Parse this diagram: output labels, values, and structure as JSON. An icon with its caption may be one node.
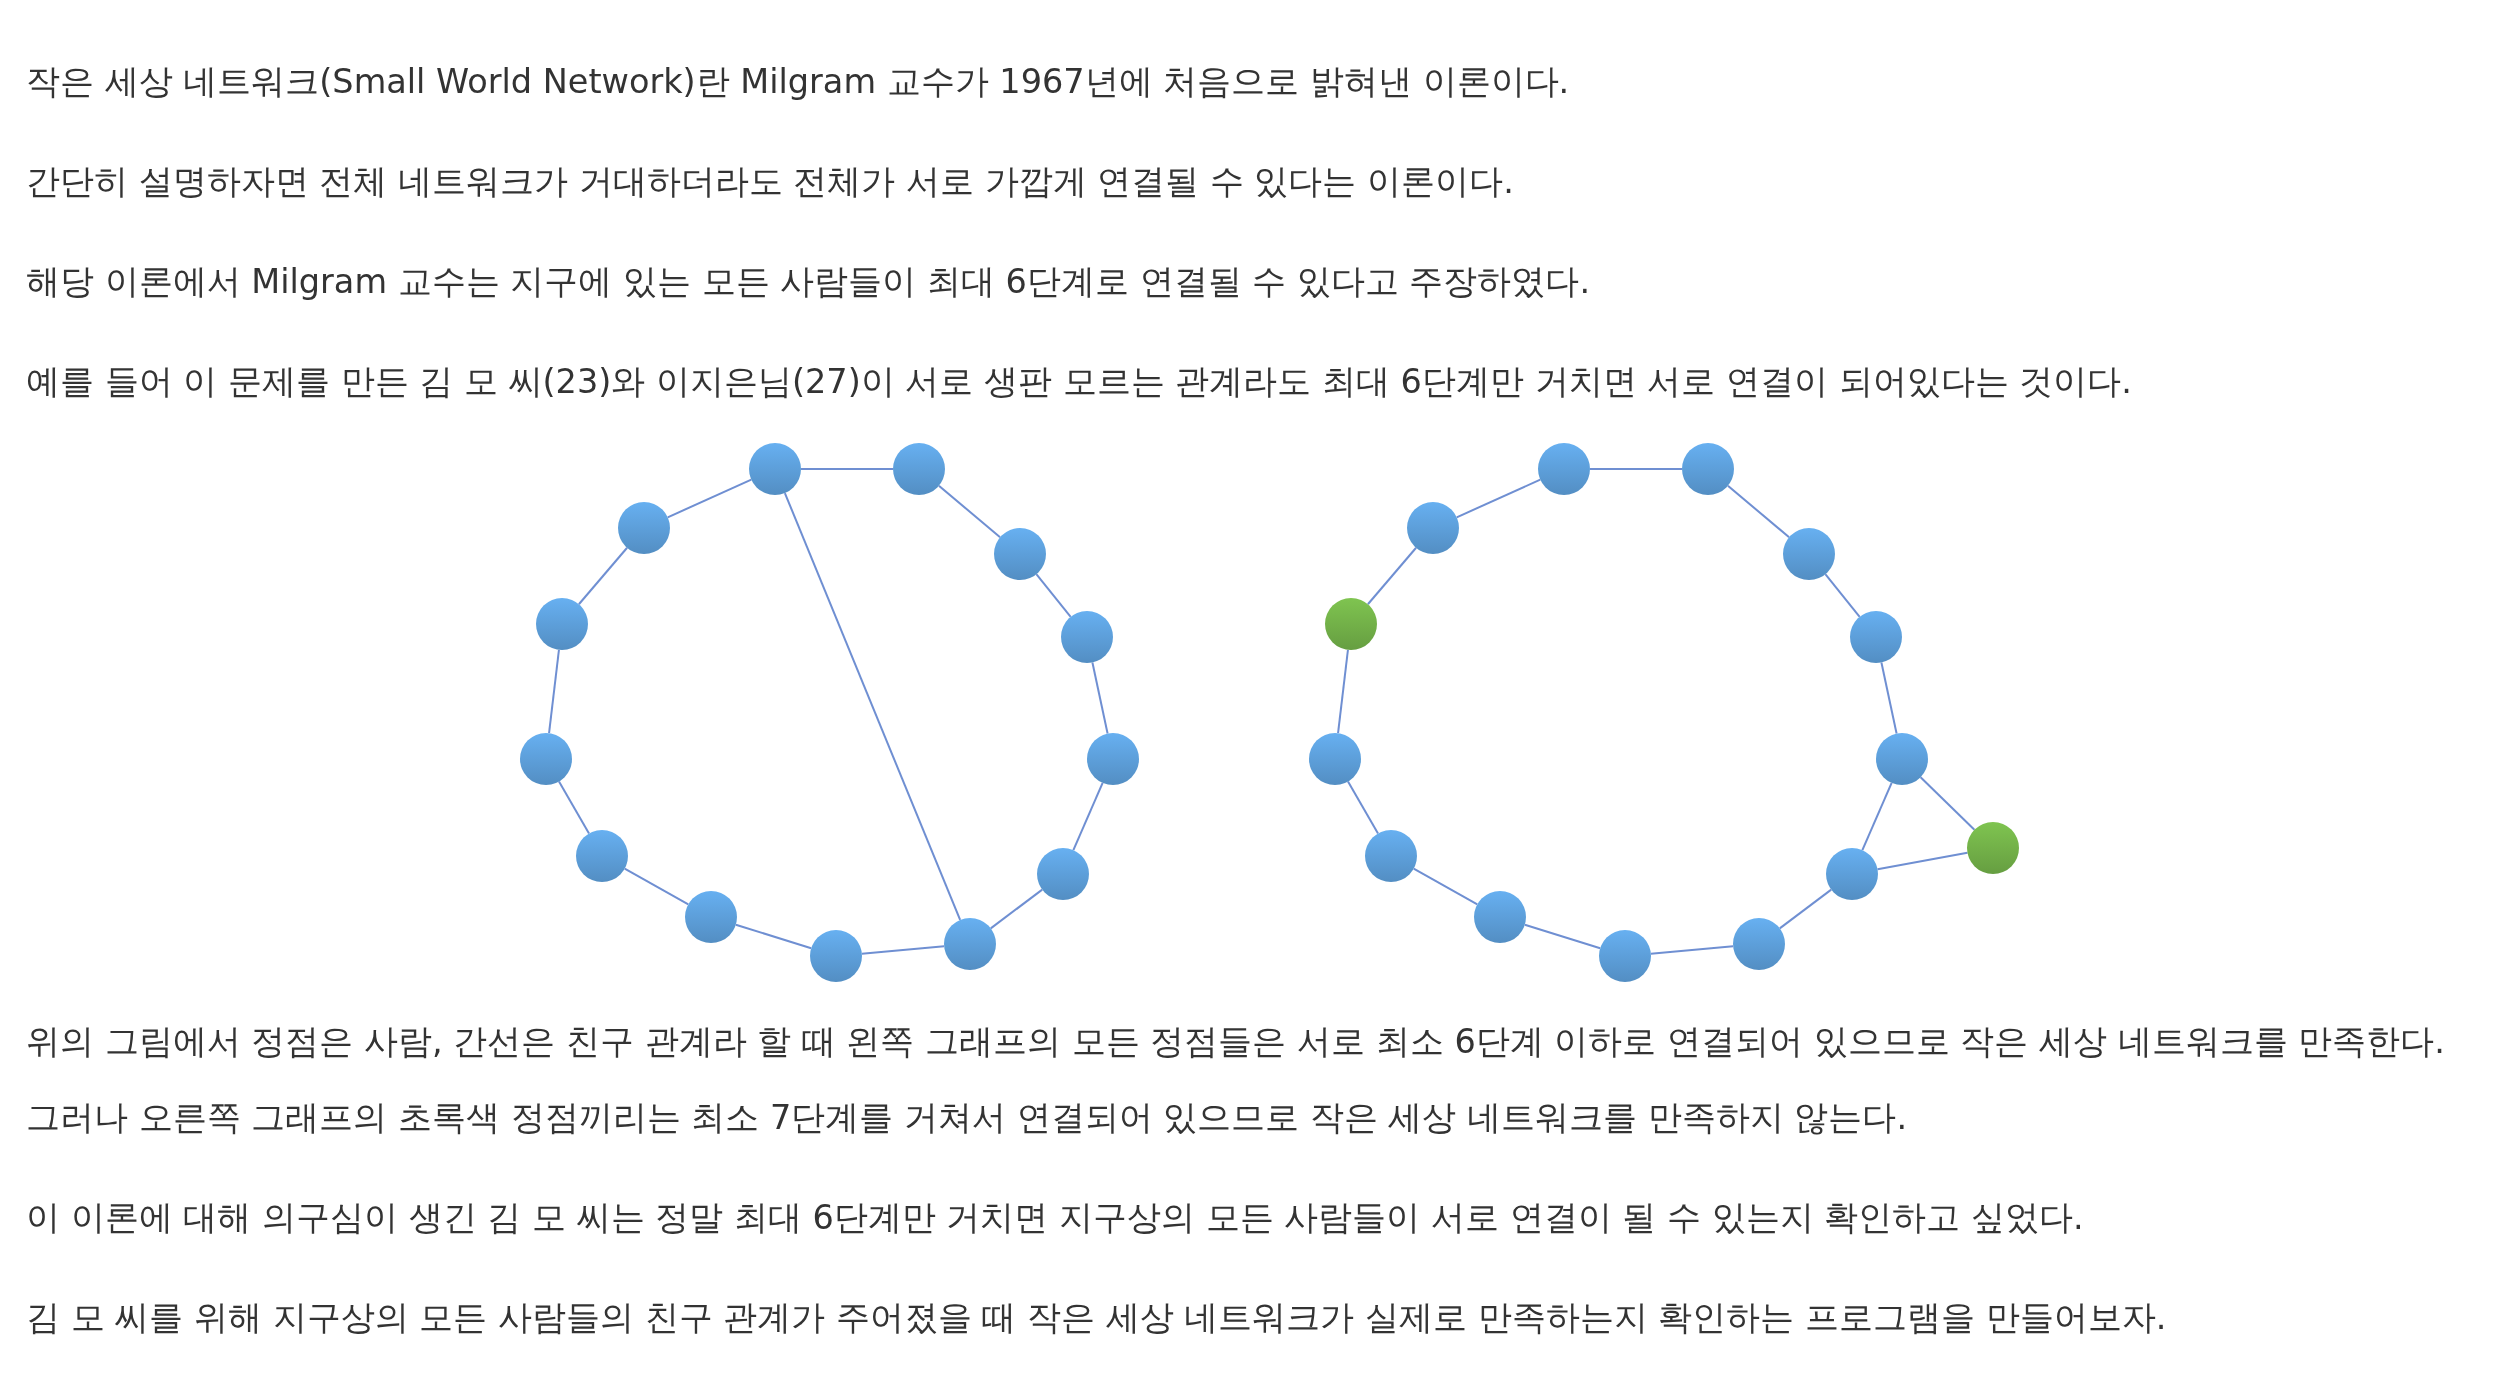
{
  "diagram": {
    "nodes": [
      {
        "text": [],
        "shape": "circle"
      },
      {
        "text": [],
        "shape": "circle"
      },
      {
        "text": [],
        "shape": "circle"
      },
      {
        "text": [],
        "shape": "circle"
      },
      {
        "text": [],
        "shape": "circle"
      },
      {
        "text": [],
        "shape": "circle"
      },
      {
        "text": [],
        "shape": "circle"
      },
      {
        "text": [],
        "shape": "circle"
      },
      {
        "text": [],
        "shape": "circle"
      },
      {
        "text": [],
        "shape": "circle"
      },
      {
        "text": [],
        "shape": "circle"
      },
      {
        "text": [],
        "shape": "circle"
      },
      {
        "text": [],
        "shape": "circle"
      },
      {
        "text": [],
        "shape": "circle"
      },
      {
        "text": [],
        "shape": "circle"
      },
      {
        "text": [],
        "shape": "circle"
      },
      {
        "text": [],
        "shape": "circle"
      },
      {
        "text": [],
        "shape": "circle"
      },
      {
        "text": [],
        "shape": "circle"
      },
      {
        "text": [],
        "shape": "circle"
      },
      {
        "text": [],
        "shape": "circle"
      },
      {
        "text": [],
        "shape": "circle"
      },
      {
        "text": [],
        "shape": "circle"
      },
      {
        "text": [],
        "shape": "circle"
      },
      {
        "text": [],
        "shape": "circle"
      },
      {
        "text": [],
        "shape": "circle"
      },
      {
        "text": [],
        "shape": "circle"
      }
    ],
    "edges": [
      {
        "from": 0,
        "to": 1,
        "arrow": "none"
      },
      {
        "from": 1,
        "to": 2,
        "arrow": "none"
      },
      {
        "from": 2,
        "to": 3,
        "arrow": "none"
      },
      {
        "from": 3,
        "to": 4,
        "arrow": "none"
      },
      {
        "from": 4,
        "to": 5,
        "arrow": "none"
      },
      {
        "from": 5,
        "to": 6,
        "arrow": "none"
      },
      {
        "from": 6,
        "to": 7,
        "arrow": "none"
      },
      {
        "from": 7,
        "to": 8,
        "arrow": "none"
      },
      {
        "from": 8,
        "to": 9,
        "arrow": "none"
      },
      {
        "from": 9,
        "to": 10,
        "arrow": "none"
      },
      {
        "from": 10,
        "to": 11,
        "arrow": "none"
      },
      {
        "from": 11,
        "to": 12,
        "arrow": "none"
      },
      {
        "from": 12,
        "to": 0,
        "arrow": "none"
      },
      {
        "from": 0,
        "to": 6,
        "arrow": "none"
      },
      {
        "from": 13,
        "to": 14,
        "arrow": "none"
      },
      {
        "from": 14,
        "to": 15,
        "arrow": "none"
      },
      {
        "from": 15,
        "to": 16,
        "arrow": "none"
      },
      {
        "from": 16,
        "to": 17,
        "arrow": "none"
      },
      {
        "from": 17,
        "to": 18,
        "arrow": "none"
      },
      {
        "from": 18,
        "to": 19,
        "arrow": "none"
      },
      {
        "from": 19,
        "to": 20,
        "arrow": "none"
      },
      {
        "from": 20,
        "to": 21,
        "arrow": "none"
      },
      {
        "from": 21,
        "to": 22,
        "arrow": "none"
      },
      {
        "from": 22,
        "to": 23,
        "arrow": "none"
      },
      {
        "from": 23,
        "to": 24,
        "arrow": "none"
      },
      {
        "from": 24,
        "to": 25,
        "arrow": "none"
      },
      {
        "from": 25,
        "to": 13,
        "arrow": "none"
      },
      {
        "from": 17,
        "to": 26,
        "arrow": "none"
      },
      {
        "from": 18,
        "to": 26,
        "arrow": "none"
      }
    ],
    "labels": [
      "작은 세상 네트워크(Small World Network)란 Milgram 교수가 1967년에 처음으로 밝혀낸 이론이다.",
      "간단히 설명하자면 전체 네트워크가 거대하더라도 전체가 서로 가깝게 연결될 수 있다는 이론이다.",
      "해당 이론에서 Milgram 교수는 지구에 있는 모든 사람들이 최대 6단계로 연결될 수 있다고 주장하였다.",
      "예를 들어 이 문제를 만든 김 모 씨(23)와 이지은님(27)이 서로 생판 모르는 관계라도 최대 6단계만 거치면 서로 연결이 되어있다는 것이다.",
      "위의 그림에서 정점은 사람, 간선은 친구 관계라 할 때 왼쪽 그래프의 모든 정점들은 서로 최소 6단계 이하로 연결되어 있으므로 작은 세상 네트워크를 만족한다.",
      "그러나 오른쪽 그래프의 초록색 정점끼리는 최소 7단계를 거쳐서 연결되어 있으므로 작은 세상 네트워크를 만족하지 않는다.",
      "이 이론에 대해 의구심이 생긴 김 모 씨는 정말 최대 6단계만 거치면 지구상의 모든 사람들이 서로 연결이 될 수 있는지 확인하고 싶었다.",
      "김 모 씨를 위해 지구상의 모든 사람들의 친구 관계가 주어졌을 때 작은 세상 네트워크가 실제로 만족하는지 확인하는 프로그램을 만들어보자."
    ]
  }
}
